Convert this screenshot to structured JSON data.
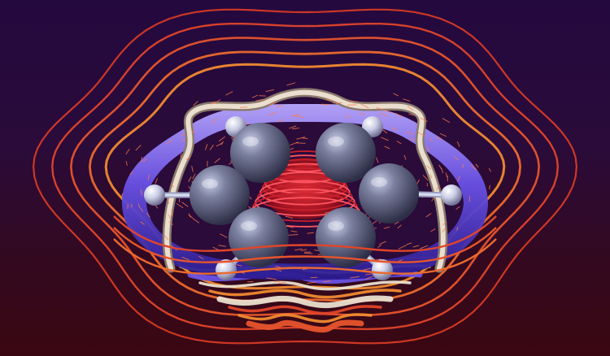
{
  "scene": {
    "subject": "benzene-molecule-current-density-visualization",
    "colors": {
      "background_top": "#24093f",
      "background_bottom": "#3a0711",
      "carbon": "#6e7391",
      "hydrogen": "#d8dcef",
      "outer_contour": "#e0502a",
      "outer_contour_inner": "#f08a30",
      "tube_light": "#e9dcc8",
      "tube_blue": "#6a52e6",
      "tube_dark": "#2a1a8e",
      "center_coil": "#e8323a",
      "arrows": "#ff7a4a"
    },
    "carbon_count": 6,
    "hydrogen_count": 6
  }
}
